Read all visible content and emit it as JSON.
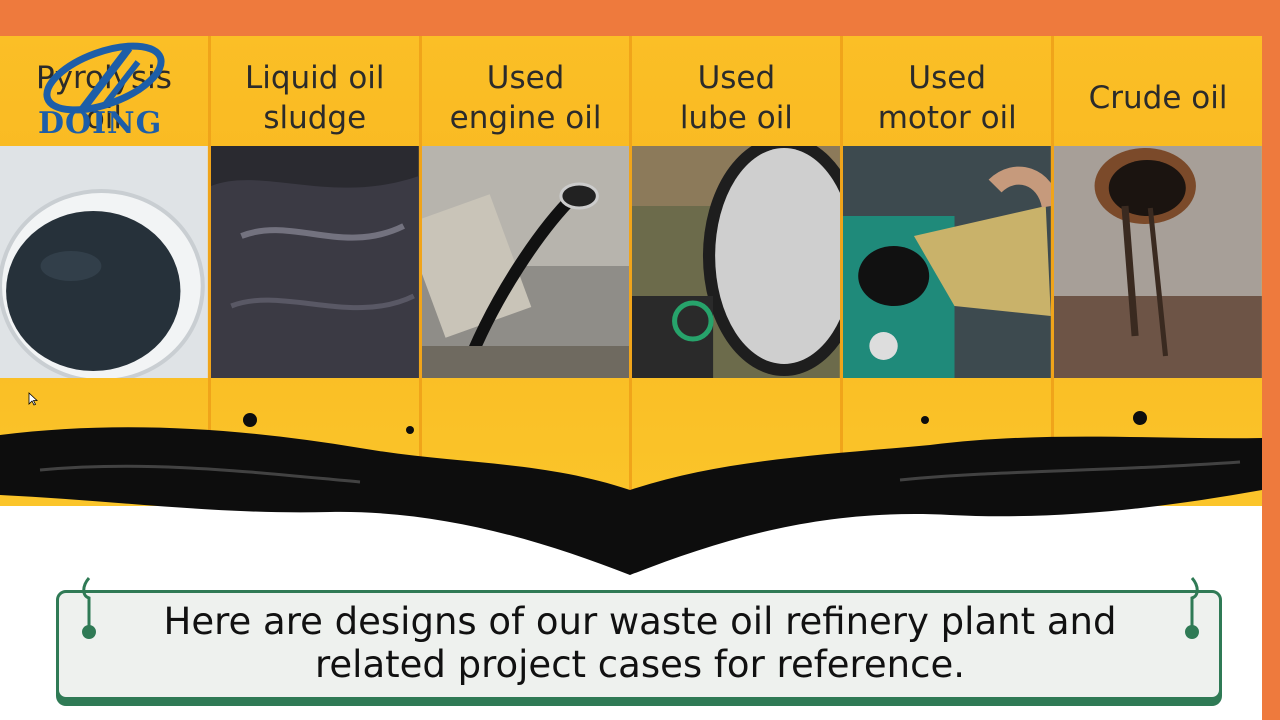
{
  "brand": {
    "logo_text": "DOING"
  },
  "columns": [
    {
      "label": "Pyrolysis\noil",
      "photo": "pyrolysis-oil-bowl"
    },
    {
      "label": "Liquid oil\nsludge",
      "photo": "oil-sludge"
    },
    {
      "label": "Used\nengine oil",
      "photo": "engine-oil-pour"
    },
    {
      "label": "Used\nlube oil",
      "photo": "lube-oil-drum"
    },
    {
      "label": "Used\nmotor oil",
      "photo": "motor-oil-pour"
    },
    {
      "label": "Crude oil",
      "photo": "crude-oil-pipe"
    }
  ],
  "caption": {
    "text": "Here are designs of our waste oil refinery plant and\nrelated project cases for reference."
  },
  "colors": {
    "frame": "#ee7a3d",
    "panel_yellow": "#f8b821",
    "caption_border": "#2f7a55",
    "logo_blue": "#1d5ea8"
  }
}
